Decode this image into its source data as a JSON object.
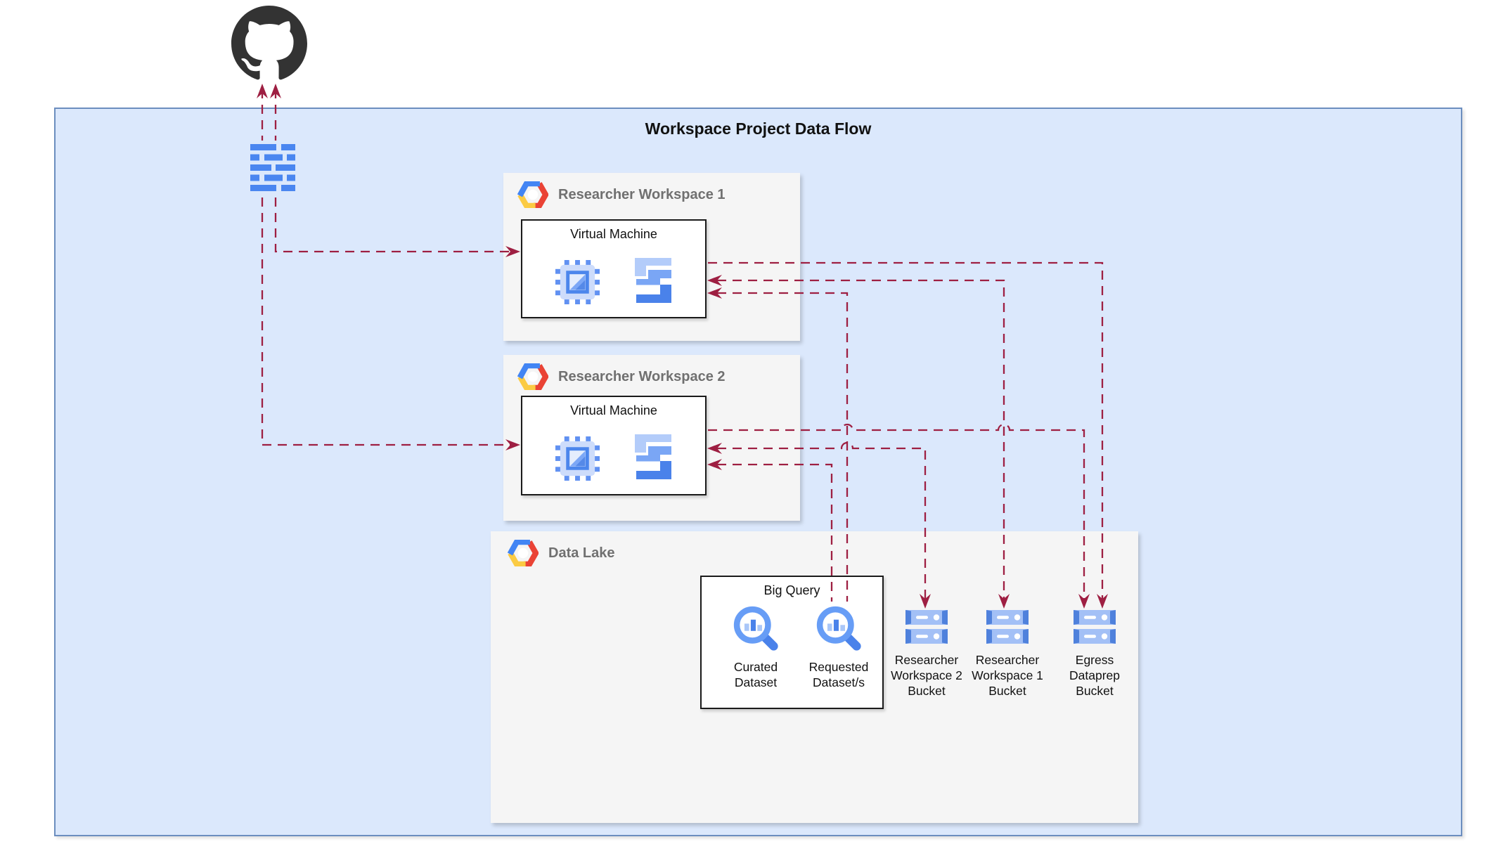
{
  "diagram_title": "Workspace Project Data Flow",
  "workspace1": {
    "label": "Researcher Workspace 1",
    "vm": {
      "label": "Virtual Machine"
    }
  },
  "workspace2": {
    "label": "Researcher Workspace 2",
    "vm": {
      "label": "Virtual Machine"
    }
  },
  "data_lake": {
    "label": "Data Lake",
    "bigquery": {
      "label": "Big Query",
      "curated": "Curated\nDataset",
      "requested": "Requested\nDataset/s"
    },
    "buckets": [
      {
        "label": "Researcher\nWorkspace 2\nBucket"
      },
      {
        "label": "Researcher\nWorkspace 1\nBucket"
      },
      {
        "label": "Egress\nDataprep\nBucket"
      }
    ]
  },
  "icons": {
    "github": "github-octocat-icon",
    "source_repo": "code-lines-icon",
    "gcp_logo": "google-cloud-hexagon-logo",
    "compute_engine": "compute-engine-chip-icon",
    "stairs": "stairs-blocks-icon",
    "bigquery": "bigquery-magnifier-icon",
    "storage_bucket": "cloud-storage-bucket-icon"
  },
  "colors": {
    "container_fill": "#dbe8fc",
    "container_border": "#6c8ebf",
    "panel_fill": "#f5f5f5",
    "arrow": "#9e1f42",
    "google_blue": "#4a86f0",
    "label_gray": "#707070",
    "github_dark": "#333333"
  }
}
